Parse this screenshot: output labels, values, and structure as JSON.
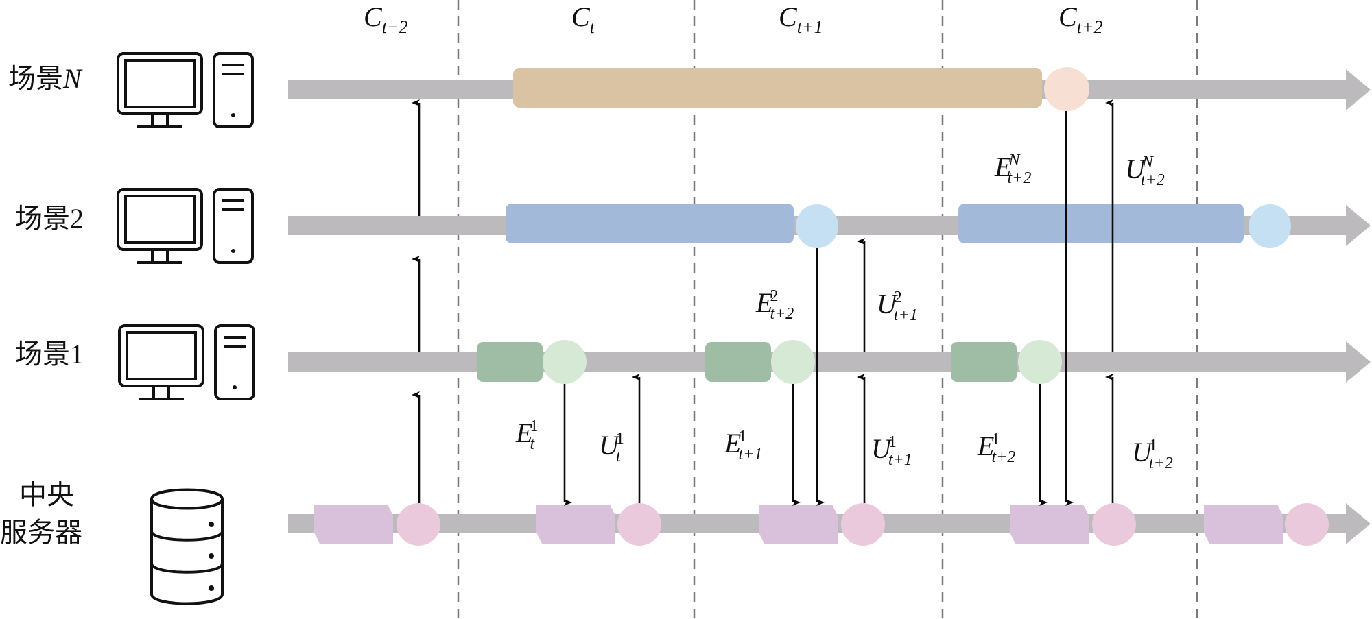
{
  "colors": {
    "track": "#bcbabd",
    "divider": "#7a7a7a",
    "arrow": "#0a0a0a",
    "sceneN_block": "#d9c3a3",
    "sceneN_node": "#f7dfd3",
    "scene2_block": "#a2b9da",
    "scene2_node": "#c5e0f2",
    "scene1_block": "#9ebda4",
    "scene1_node": "#d6e9d5",
    "server_block": "#dac1db",
    "server_node": "#eac9dd",
    "icon_stroke": "#111111"
  },
  "periods": [
    {
      "base": "C",
      "sub": "t−2"
    },
    {
      "base": "C",
      "sub": "t"
    },
    {
      "base": "C",
      "sub": "t+1"
    },
    {
      "base": "C",
      "sub": "t+2"
    }
  ],
  "rows": [
    {
      "id": "scene-n",
      "label_cn": "场景",
      "label_suffix": "N",
      "suffix_italic": true,
      "icon": "desktop-computer-icon"
    },
    {
      "id": "scene-2",
      "label_cn": "场景",
      "label_suffix": "2",
      "suffix_italic": false,
      "icon": "desktop-computer-icon"
    },
    {
      "id": "scene-1",
      "label_cn": "场景",
      "label_suffix": "1",
      "suffix_italic": false,
      "icon": "desktop-computer-icon"
    },
    {
      "id": "server",
      "label_line1": "中央",
      "label_line2": "服务器",
      "icon": "database-server-icon"
    }
  ],
  "labels": {
    "E_t_1": {
      "base": "E",
      "sup": "1",
      "sub": "t"
    },
    "U_t_1": {
      "base": "U",
      "sup": "1",
      "sub": "t"
    },
    "E_t1_1": {
      "base": "E",
      "sup": "1",
      "sub": "t+1"
    },
    "U_t1_1": {
      "base": "U",
      "sup": "1",
      "sub": "t+1"
    },
    "E_t2_1": {
      "base": "E",
      "sup": "1",
      "sub": "t+2"
    },
    "U_t2_1": {
      "base": "U",
      "sup": "1",
      "sub": "t+2"
    },
    "E_t2_2": {
      "base": "E",
      "sup": "2",
      "sub": "t+2"
    },
    "U_t1_2": {
      "base": "U",
      "sup": "2",
      "sub": "t+1"
    },
    "E_t2_N": {
      "base": "E",
      "sup": "N",
      "sub": "t+2"
    },
    "U_t2_N": {
      "base": "U",
      "sup": "N",
      "sub": "t+2"
    }
  }
}
